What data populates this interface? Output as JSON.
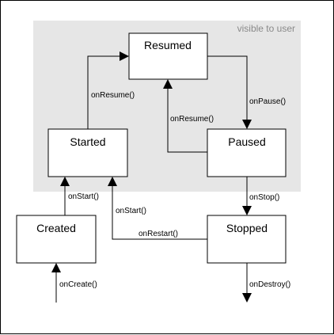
{
  "region": {
    "label": "visible to user",
    "fill_color": "#e6e6e6"
  },
  "states": {
    "resumed": "Resumed",
    "started": "Started",
    "paused": "Paused",
    "created": "Created",
    "stopped": "Stopped"
  },
  "transitions": {
    "started_to_resumed": "onResume()",
    "resumed_to_paused": "onPause()",
    "paused_to_resumed": "onResume()",
    "created_to_started": "onStart()",
    "stopped_to_started_start": "onStart()",
    "stopped_to_started_restart": "onRestart()",
    "paused_to_stopped": "onStop()",
    "entry_create": "onCreate()",
    "exit_destroy": "onDestroy()"
  },
  "colors": {
    "stroke": "#000000",
    "box_fill": "#ffffff",
    "region_text": "#8a8a8a"
  }
}
